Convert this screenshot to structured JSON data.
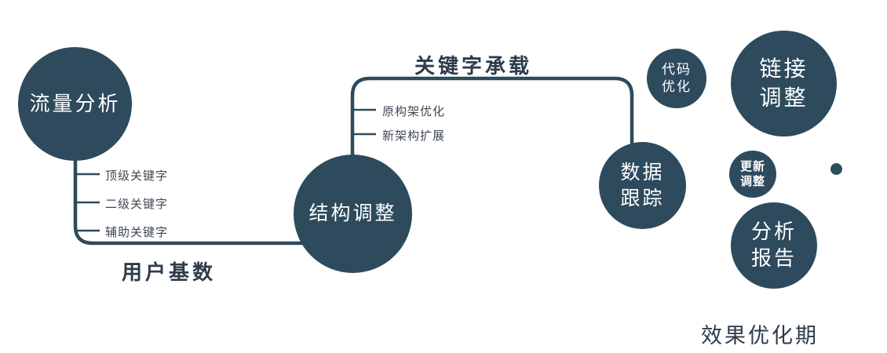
{
  "colors": {
    "accent": "#2e4a5d",
    "label": "#3e4753",
    "heading": "#2e3b4a",
    "background": "#ffffff"
  },
  "nodes": {
    "traffic_analysis": {
      "label": "流量分析"
    },
    "structure_adjustment": {
      "label": "结构调整"
    },
    "data_tracking": {
      "label": "数据\n跟踪"
    },
    "code_optimization": {
      "label": "代码\n优化"
    },
    "link_adjustment": {
      "label": "链接\n调整"
    },
    "update_adjustment": {
      "label": "更新\n调整"
    },
    "analysis_report": {
      "label": "分析\n报告"
    }
  },
  "edge_labels": {
    "user_base": "用户基数",
    "keyword_carry": "关键字承载"
  },
  "branch_labels": {
    "traffic": [
      "顶级关键字",
      "二级关键字",
      "辅助关键字"
    ],
    "structure": [
      "原构架优化",
      "新架构扩展"
    ]
  },
  "caption": "效果优化期"
}
